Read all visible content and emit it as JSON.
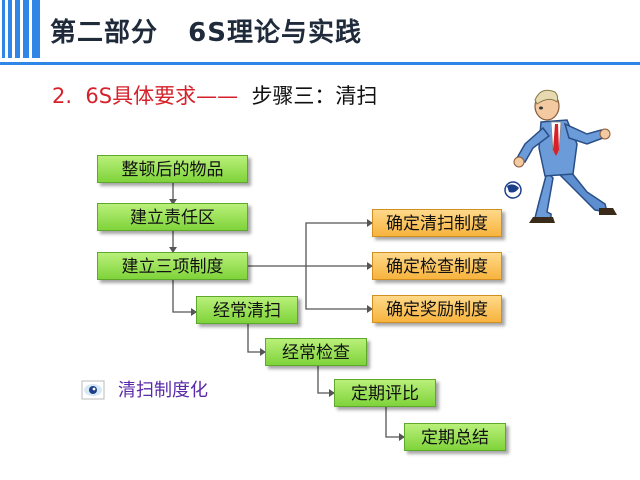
{
  "header": {
    "title": "第二部分   6S理论与实践"
  },
  "subtitle": {
    "number": "2.  6S具体要求——  ",
    "step": "步骤三：清扫"
  },
  "flow": {
    "main_steps": [
      "整顿后的物品",
      "建立责任区",
      "建立三项制度"
    ],
    "stair_steps": [
      "经常清扫",
      "经常检查",
      "定期评比",
      "定期总结"
    ],
    "branches": [
      "确定清扫制度",
      "确定检查制度",
      "确定奖励制度"
    ]
  },
  "bullet": {
    "icon": "eye-bullet-icon",
    "label": "清扫制度化"
  },
  "colors": {
    "accent_blue": "#2f86e6",
    "green_box": "#8edb48",
    "orange_box": "#f7b33c",
    "subtitle_red": "#d6202a",
    "bullet_purple": "#5a2aa8"
  }
}
